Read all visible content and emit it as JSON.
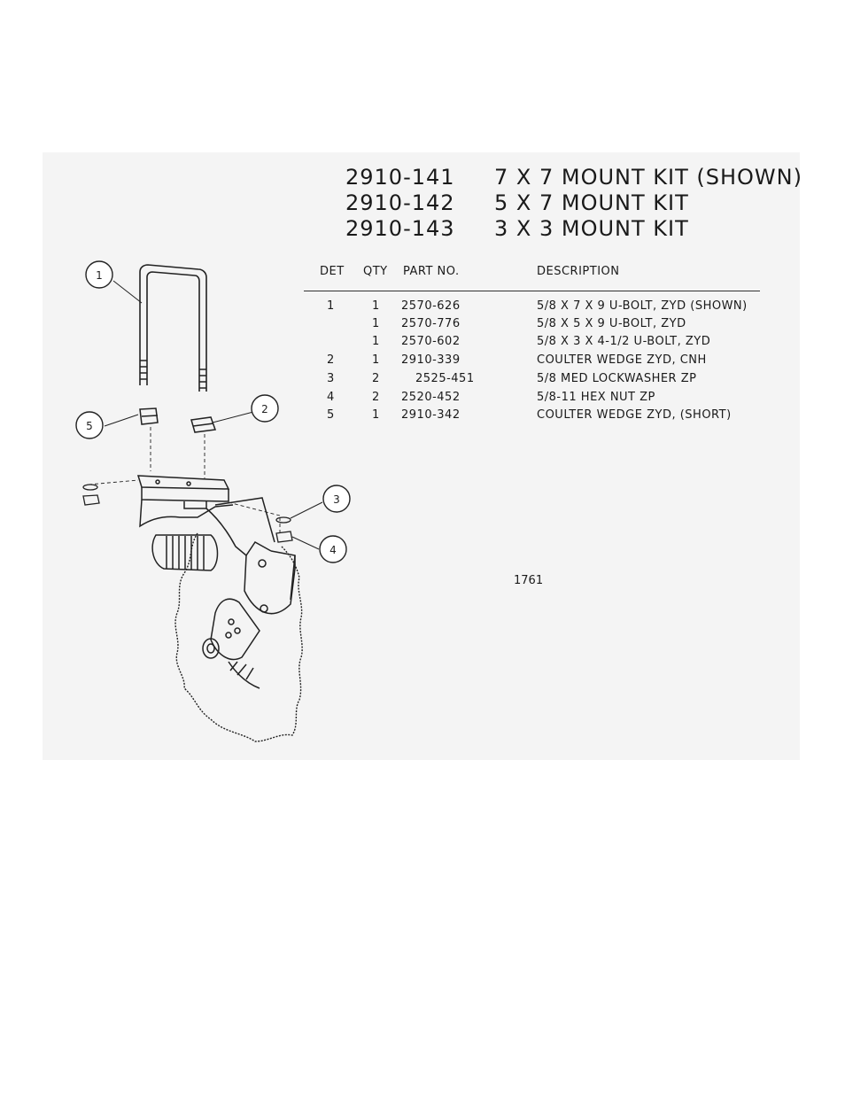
{
  "kits": [
    {
      "part": "2910-141",
      "description": "7 X 7 MOUNT KIT (SHOWN)"
    },
    {
      "part": "2910-142",
      "description": "5 X 7 MOUNT KIT"
    },
    {
      "part": "2910-143",
      "description": "3 X 3 MOUNT KIT"
    }
  ],
  "table": {
    "headers": {
      "det": "DET",
      "qty": "QTY",
      "part": "PART NO.",
      "desc": "DESCRIPTION"
    },
    "rows": [
      {
        "det": "1",
        "qty": "1",
        "part": "2570-626",
        "desc": "5/8 X 7 X 9 U-BOLT, ZYD (SHOWN)"
      },
      {
        "det": "",
        "qty": "1",
        "part": "2570-776",
        "desc": "5/8 X 5 X 9 U-BOLT, ZYD"
      },
      {
        "det": "",
        "qty": "1",
        "part": "2570-602",
        "desc": "5/8 X 3 X 4-1/2 U-BOLT, ZYD"
      },
      {
        "det": "2",
        "qty": "1",
        "part": "2910-339",
        "desc": "COULTER WEDGE ZYD, CNH"
      },
      {
        "det": "3",
        "qty": "2",
        "part": "2525-451",
        "desc": "5/8 MED LOCKWASHER ZP"
      },
      {
        "det": "4",
        "qty": "2",
        "part": "2520-452",
        "desc": "5/8-11 HEX NUT ZP"
      },
      {
        "det": "5",
        "qty": "1",
        "part": "2910-342",
        "desc": "COULTER WEDGE ZYD, (SHORT)"
      }
    ]
  },
  "callouts": [
    "1",
    "2",
    "3",
    "4",
    "5"
  ],
  "drawing_number": "1761"
}
